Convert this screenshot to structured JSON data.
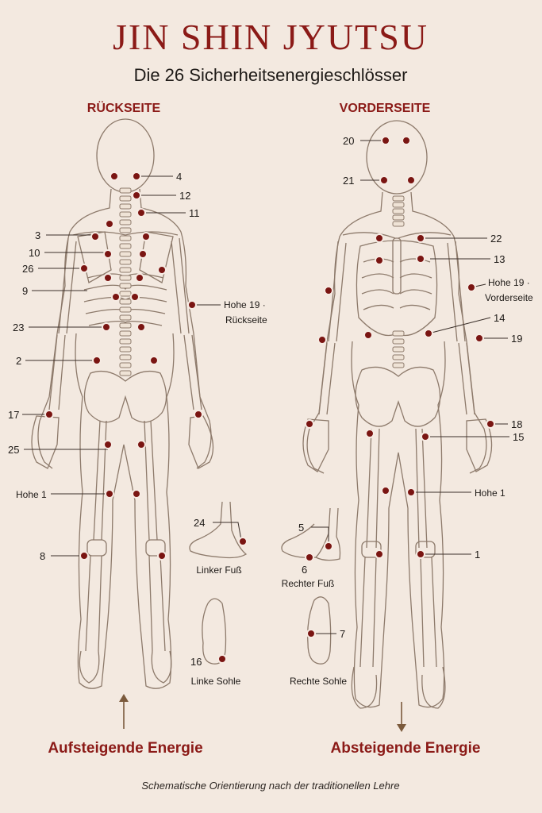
{
  "header": {
    "title": "JIN SHIN JYUTSU",
    "subtitle": "Die 26 Sicherheitsenergieschlösser",
    "back_label": "RÜCKSEITE",
    "front_label": "VORDERSEITE"
  },
  "colors": {
    "background": "#f3e9e0",
    "accent": "#8b1a17",
    "point": "#7a1512",
    "line": "#7b6858",
    "text": "#1e1a17"
  },
  "back_labels": [
    {
      "text": "4"
    },
    {
      "text": "12"
    },
    {
      "text": "11"
    },
    {
      "text": "3"
    },
    {
      "text": "10"
    },
    {
      "text": "26"
    },
    {
      "text": "9"
    },
    {
      "text": "23"
    },
    {
      "text": "2"
    },
    {
      "text": "17"
    },
    {
      "text": "25"
    },
    {
      "text": "Hohe 1"
    },
    {
      "text": "8"
    }
  ],
  "back_hohe19": {
    "line1": "Hohe 19 ·",
    "line2": "Rückseite"
  },
  "front_labels": [
    {
      "text": "20"
    },
    {
      "text": "21"
    },
    {
      "text": "22"
    },
    {
      "text": "13"
    },
    {
      "text": "14"
    },
    {
      "text": "19"
    },
    {
      "text": "18"
    },
    {
      "text": "15"
    },
    {
      "text": "Hohe 1"
    },
    {
      "text": "1"
    }
  ],
  "front_hohe19": {
    "line1": "Hohe 19 ·",
    "line2": "Vorderseite"
  },
  "feet": {
    "left_foot_num": "24",
    "left_foot_caption": "Linker Fuß",
    "right_foot_num_5": "5",
    "right_foot_num_6": "6",
    "right_foot_caption": "Rechter Fuß",
    "left_sole_num": "16",
    "left_sole_caption": "Linke Sohle",
    "right_sole_num": "7",
    "right_sole_caption": "Rechte Sohle"
  },
  "energy": {
    "ascending": "Aufsteigende Energie",
    "descending": "Absteigende Energie"
  },
  "footer": "Schematische Orientierung nach der traditionellen Lehre"
}
